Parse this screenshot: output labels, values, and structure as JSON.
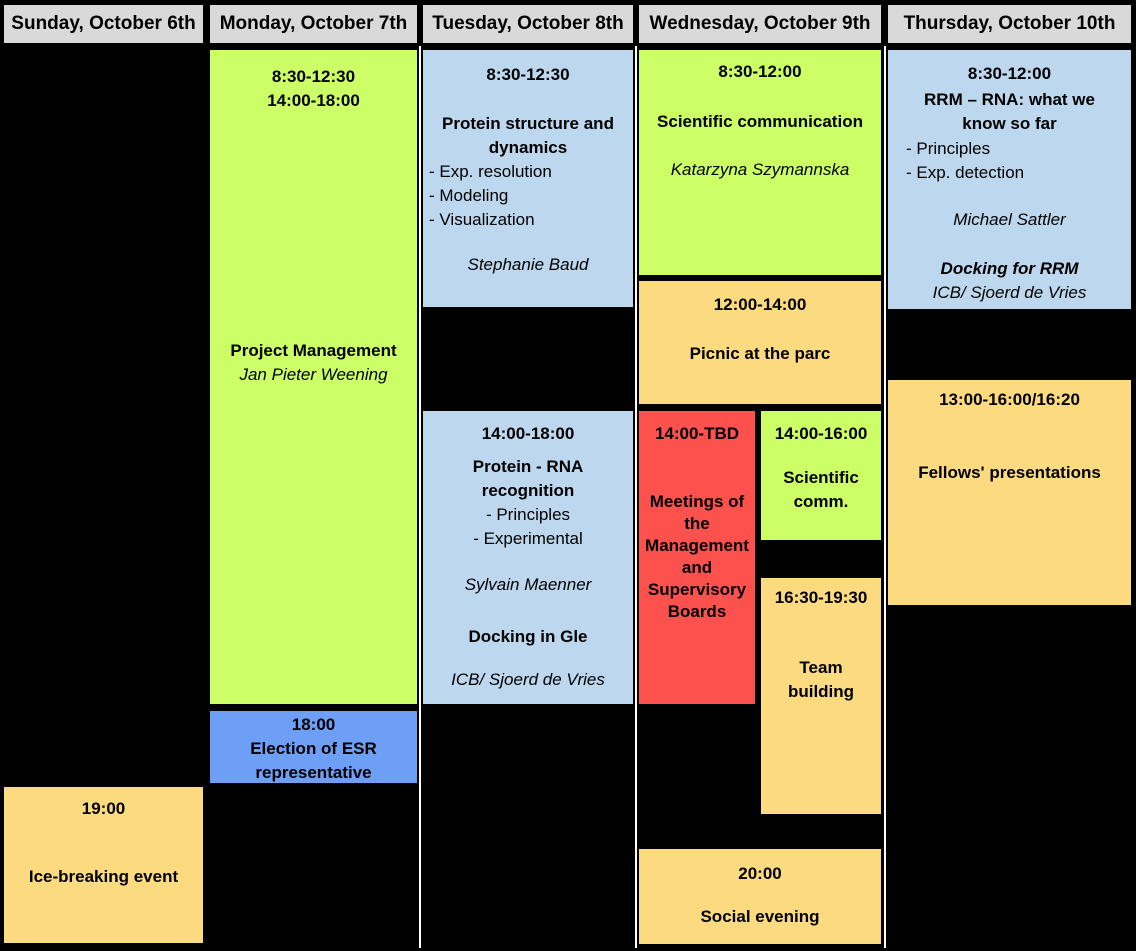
{
  "days": [
    "Sunday, October 6th",
    "Monday, October 7th",
    "Tuesday, October 8th",
    "Wednesday, October 9th",
    "Thursday, October 10th"
  ],
  "events": {
    "ice_breaking": {
      "time": "19:00",
      "title": "Ice-breaking event"
    },
    "project_management": {
      "time_morning": "8:30-12:30",
      "time_afternoon": "14:00-18:00",
      "title": "Project Management",
      "speaker": "Jan Pieter Weening"
    },
    "esr_election": {
      "time": "18:00",
      "title_line1": "Election of ESR",
      "title_line2": "representative"
    },
    "protein_structure": {
      "time": "8:30-12:30",
      "title_line1": "Protein structure and",
      "title_line2": "dynamics",
      "bullets": [
        "- Exp. resolution",
        "- Modeling",
        "- Visualization"
      ],
      "speaker": "Stephanie Baud"
    },
    "protein_rna": {
      "time": "14:00-18:00",
      "title_line1": "Protein - RNA",
      "title_line2": "recognition",
      "bullets": [
        "- Principles",
        "- Experimental"
      ],
      "speaker": "Sylvain Maenner",
      "subtitle": "Docking in Gle",
      "org": "ICB/ Sjoerd de Vries"
    },
    "scientific_communication": {
      "time": "8:30-12:00",
      "title": "Scientific communication",
      "speaker": "Katarzyna Szymannska"
    },
    "picnic": {
      "time": "12:00-14:00",
      "title": "Picnic at the parc"
    },
    "board_meetings": {
      "time": "14:00-TBD",
      "title_lines": [
        "Meetings of",
        "the",
        "Management",
        "and",
        "Supervisory",
        "Boards"
      ]
    },
    "scientific_comm_short": {
      "time": "14:00-16:00",
      "title_line1": "Scientific",
      "title_line2": "comm."
    },
    "team_building": {
      "time": "16:30-19:30",
      "title_line1": "Team",
      "title_line2": "building"
    },
    "social_evening": {
      "time": "20:00",
      "title": "Social evening"
    },
    "rrm_rna": {
      "time": "8:30-12:00",
      "title_line1": "RRM – RNA: what we",
      "title_line2": "know so far",
      "bullets": [
        "- Principles",
        "- Exp. detection"
      ],
      "speaker": "Michael Sattler",
      "subtitle": "Docking for RRM",
      "org": "ICB/ Sjoerd de Vries"
    },
    "fellows_presentations": {
      "time": "13:00-16:00/16:20",
      "title": "Fellows' presentations"
    }
  },
  "colors": {
    "background": "#000000",
    "header_gray": "#D9D9D9",
    "lecture_blue": "#BDD7EE",
    "session_green": "#CCFF66",
    "social_yellow": "#FCDA80",
    "meeting_red": "#FD514E",
    "election_blue": "#6E9FF7",
    "grid_line": "#FFFFFF"
  }
}
